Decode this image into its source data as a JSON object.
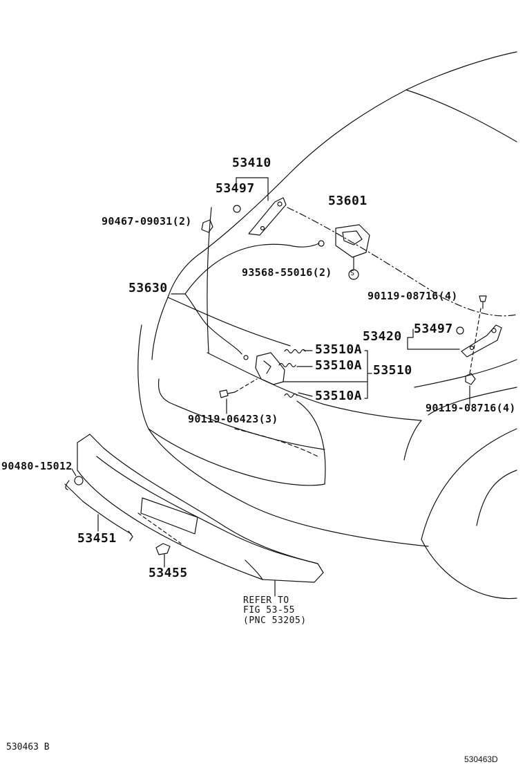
{
  "labels": {
    "p53410": "53410",
    "p53497_top": "53497",
    "p90467": "90467-09031(2)",
    "p53601": "53601",
    "p93568": "93568-55016(2)",
    "p53630": "53630",
    "p90119_08716_top": "90119-08716(4)",
    "p53420": "53420",
    "p53497_right": "53497",
    "p53510A_1": "53510A",
    "p53510A_2": "53510A",
    "p53510A_3": "53510A",
    "p53510": "53510",
    "p90119_06423": "90119-06423(3)",
    "p90119_08716_bottom": "90119-08716(4)",
    "p90480": "90480-15012",
    "p53451": "53451",
    "p53455": "53455",
    "refer_line1": "REFER TO",
    "refer_line2": "FIG 53-55",
    "refer_line3": "(PNC 53205)",
    "footer_left": "530463 B",
    "footer_right": "530463D",
    "s_marker": "S"
  }
}
